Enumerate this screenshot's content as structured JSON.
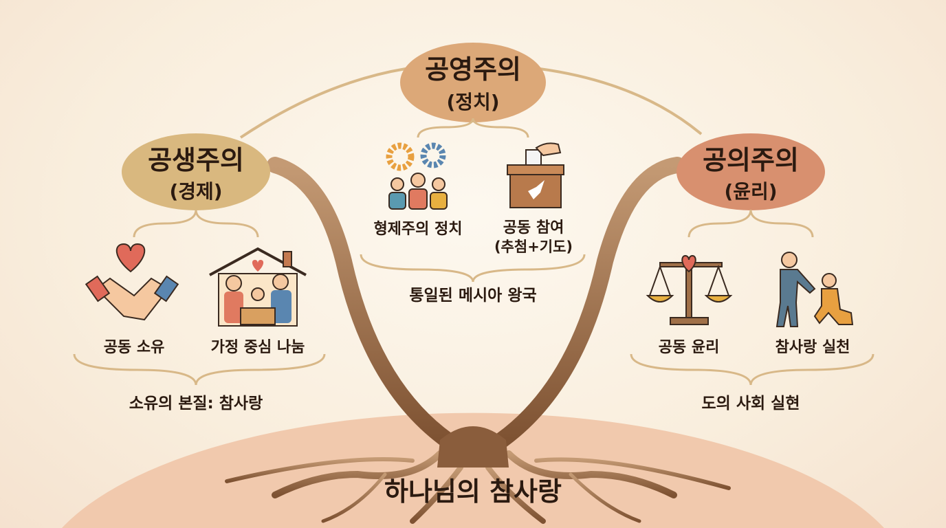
{
  "root": {
    "label": "하나님의 참사랑"
  },
  "branches": [
    {
      "title": "공생주의",
      "subtitle": "(경제)",
      "color": "#d9b87f",
      "items": [
        {
          "label": "공동 소유",
          "icon": "handshake-heart-icon"
        },
        {
          "label": "가정 중심 나눔",
          "icon": "family-house-icon"
        }
      ],
      "summary": "소유의 본질: 참사랑"
    },
    {
      "title": "공영주의",
      "subtitle": "(정치)",
      "color": "#dca878",
      "items": [
        {
          "label": "형제주의 정치",
          "icon": "gears-people-icon"
        },
        {
          "label": "공동 참여",
          "label2": "(추첨+기도)",
          "icon": "ballot-box-icon"
        }
      ],
      "summary": "통일된 메시아 왕국"
    },
    {
      "title": "공의주의",
      "subtitle": "(윤리)",
      "color": "#d8906f",
      "items": [
        {
          "label": "공동 윤리",
          "icon": "scales-heart-icon"
        },
        {
          "label": "참사랑 실천",
          "icon": "helping-person-icon"
        }
      ],
      "summary": "도의 사회 실현"
    }
  ],
  "colors": {
    "trunk": "#9a6a45",
    "ground": "#f1c9ad",
    "line": "#d8b888",
    "text": "#2b1a10"
  }
}
